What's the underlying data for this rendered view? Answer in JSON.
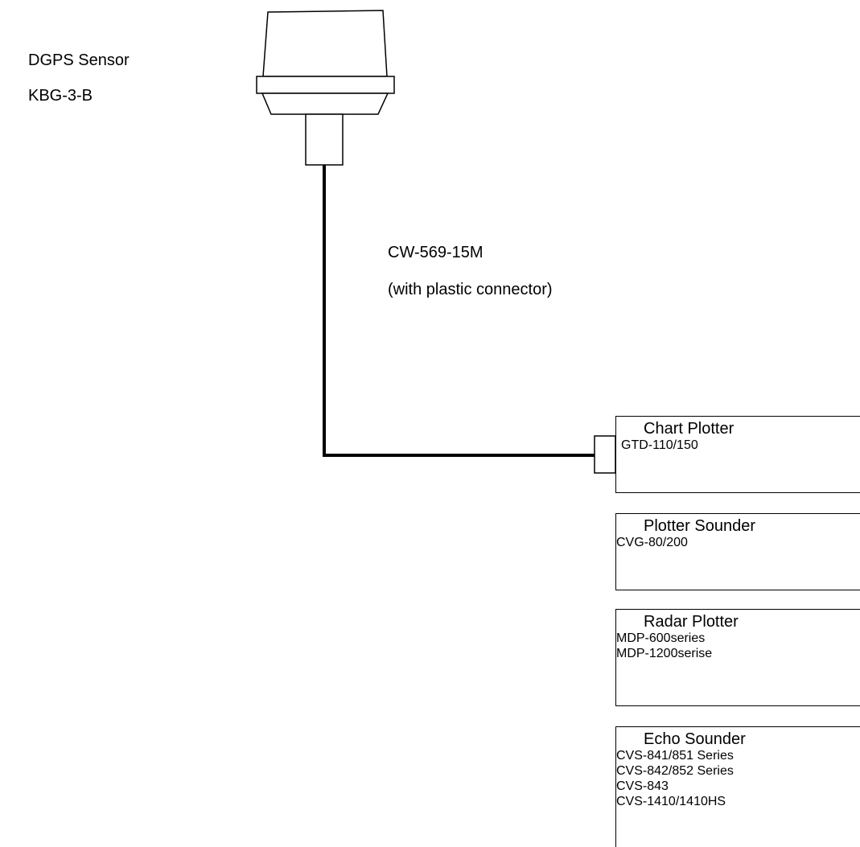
{
  "sensor": {
    "name": "DGPS Sensor",
    "model": "KBG-3-B"
  },
  "cable": {
    "model": "CW-569-15M",
    "note": "(with plastic connector)"
  },
  "devices": [
    {
      "title": "Chart Plotter",
      "models": [
        "GTD-110/150"
      ]
    },
    {
      "title": "Plotter Sounder",
      "models": [
        "CVG-80/200"
      ]
    },
    {
      "title": "Radar Plotter",
      "models": [
        "MDP-600series",
        "MDP-1200serise"
      ]
    },
    {
      "title": "Echo Sounder",
      "models": [
        "CVS-841/851 Series",
        "CVS-842/852 Series",
        "CVS-843",
        "CVS-1410/1410HS"
      ]
    }
  ]
}
